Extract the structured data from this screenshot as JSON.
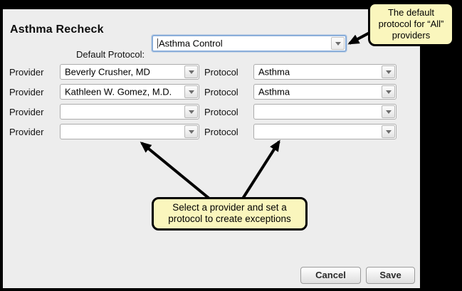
{
  "window": {
    "title": "Asthma Recheck"
  },
  "form": {
    "default_protocol": {
      "label": "Default Protocol:",
      "value": "Asthma Control"
    },
    "provider_label": "Provider",
    "protocol_label": "Protocol",
    "rows": [
      {
        "provider": "Beverly Crusher, MD",
        "protocol": "Asthma"
      },
      {
        "provider": "Kathleen W. Gomez, M.D.",
        "protocol": "Asthma"
      },
      {
        "provider": "",
        "protocol": ""
      },
      {
        "provider": "",
        "protocol": ""
      }
    ]
  },
  "buttons": {
    "cancel": "Cancel",
    "save": "Save"
  },
  "annotations": {
    "default_note": "The default protocol for “All” providers",
    "exceptions_note": "Select a provider and set a protocol to create exceptions"
  },
  "colors": {
    "dialog_bg": "#EDEDED",
    "callout_bg": "#FAF6BD",
    "focus_border": "#8AAEDA",
    "frame": "#000000"
  }
}
